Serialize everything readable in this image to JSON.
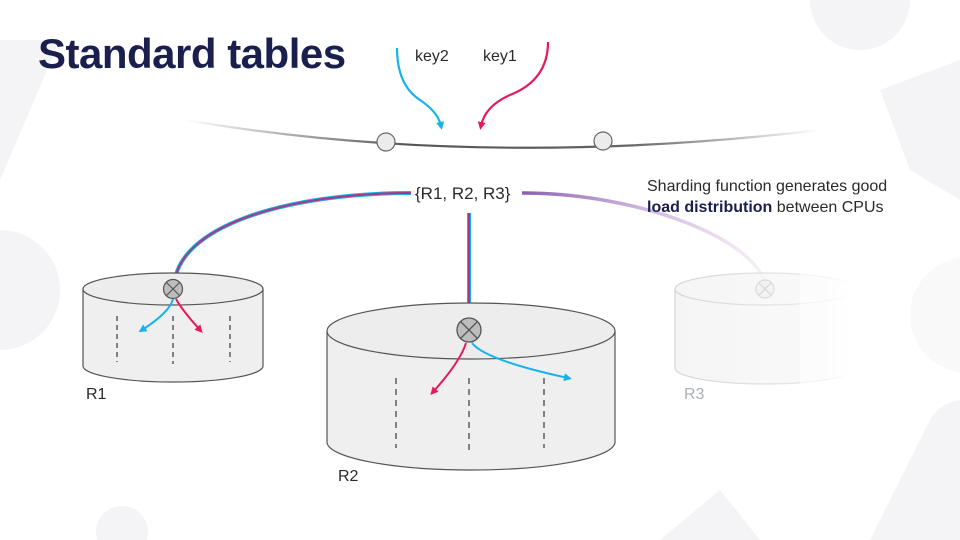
{
  "title": "Standard tables",
  "keys": {
    "key2": "key2",
    "key1": "key1"
  },
  "replica_set": "{R1, R2, R3}",
  "note": {
    "before": "Sharding function generates good ",
    "bold": "load distribution",
    "after": " between CPUs"
  },
  "replicas": [
    {
      "label": "R1",
      "faded": false
    },
    {
      "label": "R2",
      "faded": false
    },
    {
      "label": "R3",
      "faded": true
    }
  ],
  "colors": {
    "title": "#1a1f4e",
    "key1_arrow": "#e8185f",
    "key2_arrow": "#14b4ea",
    "ring": "#555555",
    "cylinder_fill": "#efefef",
    "cylinder_stroke": "#555555",
    "route_line": "#7b4fa8"
  }
}
